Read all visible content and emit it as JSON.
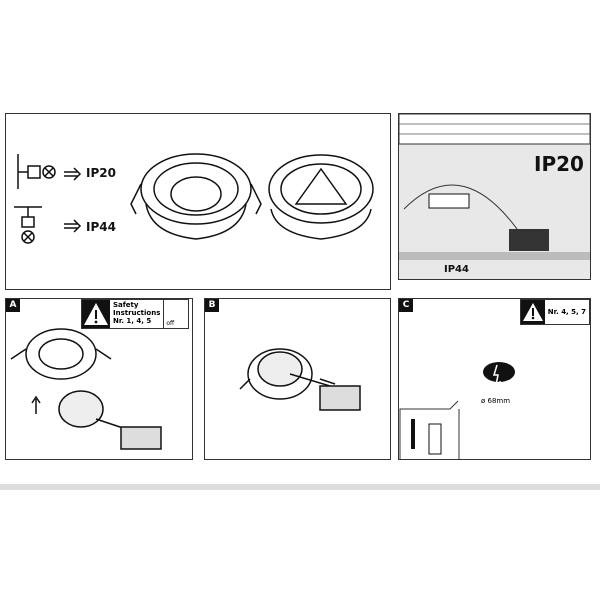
{
  "overview": {
    "ip20_label": "IP20",
    "ip44_label": "IP44"
  },
  "ceiling": {
    "ip20_label": "IP20",
    "ip44_label": "IP44"
  },
  "step_a": {
    "tag": "A",
    "safety_title_1": "Safety",
    "safety_title_2": "Instructions",
    "safety_refs": "Nr. 1, 4, 5",
    "off_label": "off"
  },
  "step_b": {
    "tag": "B"
  },
  "step_c": {
    "tag": "C",
    "safety_refs": "Nr. 4, 5, 7",
    "diameter": "ø 68mm"
  }
}
